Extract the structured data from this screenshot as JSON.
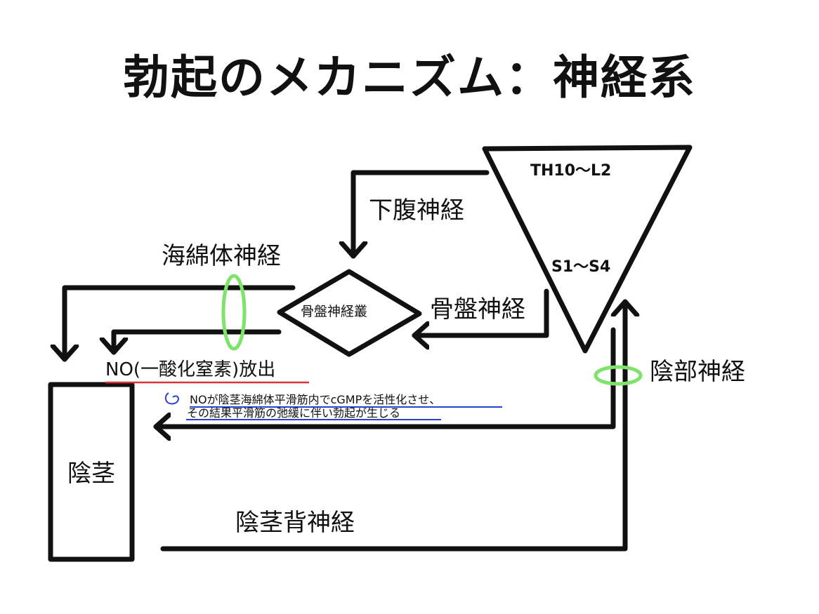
{
  "title": "勃起のメカニズム：神経系",
  "spinal": {
    "upper": "TH10〜L2",
    "lower": "S1〜S4"
  },
  "nerves": {
    "hypogastric": "下腹神経",
    "pelvic": "骨盤神経",
    "cavernous": "海綿体神経",
    "pudendal": "陰部神経",
    "dorsal_penile": "陰茎背神経"
  },
  "plexus": "骨盤神経叢",
  "no_release": "NO(一酸化窒素)放出",
  "note": {
    "line1": "NOが陰茎海綿体平滑筋内でcGMPを活性化させ、",
    "line2": "その結果平滑筋の弛緩に伴い勃起が生じる"
  },
  "organ": "陰茎",
  "colors": {
    "green": "#7de36a",
    "red": "#e0303a",
    "blue": "#2a3fd8",
    "ink": "#111111"
  }
}
